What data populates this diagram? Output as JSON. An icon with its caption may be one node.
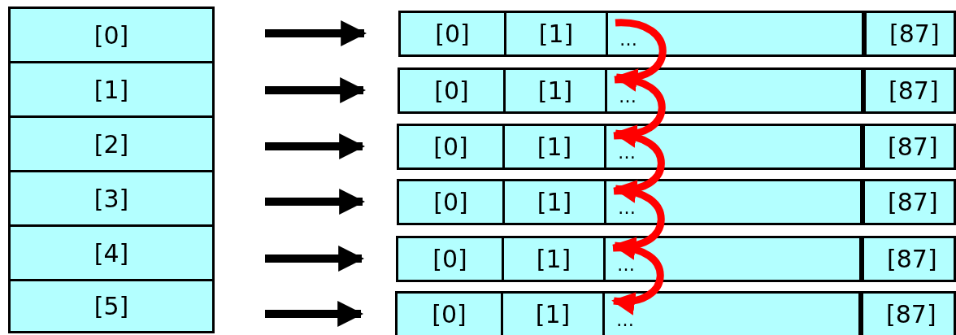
{
  "diagram": {
    "nodes": [
      {
        "text": [
          "[0]"
        ]
      },
      {
        "text": [
          "[1]"
        ]
      },
      {
        "text": [
          "[2]"
        ]
      },
      {
        "text": [
          "[3]"
        ]
      },
      {
        "text": [
          "[4]"
        ]
      },
      {
        "text": [
          "[5]"
        ]
      },
      {
        "text": [],
        "shape": "bar"
      },
      {
        "text": [
          "[0]"
        ],
        "in": 6
      },
      {
        "text": [
          "[1]"
        ],
        "in": 6
      },
      {
        "text": [
          "…"
        ],
        "in": 6
      },
      {
        "text": [
          "[87]"
        ],
        "in": 6
      },
      {
        "text": [],
        "shape": "bar"
      },
      {
        "text": [
          "[0]"
        ],
        "in": 11
      },
      {
        "text": [
          "[1]"
        ],
        "in": 11
      },
      {
        "text": [
          "…"
        ],
        "in": 11
      },
      {
        "text": [
          "[87]"
        ],
        "in": 11
      },
      {
        "text": [],
        "shape": "bar"
      },
      {
        "text": [
          "[0]"
        ],
        "in": 16
      },
      {
        "text": [
          "[1]"
        ],
        "in": 16
      },
      {
        "text": [
          "…"
        ],
        "in": 16
      },
      {
        "text": [
          "[87]"
        ],
        "in": 16
      },
      {
        "text": [],
        "shape": "bar"
      },
      {
        "text": [
          "[0]"
        ],
        "in": 21
      },
      {
        "text": [
          "[1]"
        ],
        "in": 21
      },
      {
        "text": [
          "…"
        ],
        "in": 21
      },
      {
        "text": [
          "[87]"
        ],
        "in": 21
      },
      {
        "text": [],
        "shape": "bar"
      },
      {
        "text": [
          "[0]"
        ],
        "in": 26
      },
      {
        "text": [
          "[1]"
        ],
        "in": 26
      },
      {
        "text": [
          "…"
        ],
        "in": 26
      },
      {
        "text": [
          "[87]"
        ],
        "in": 26
      },
      {
        "text": [],
        "shape": "bar"
      },
      {
        "text": [
          "[0]"
        ],
        "in": 31
      },
      {
        "text": [
          "[1]"
        ],
        "in": 31
      },
      {
        "text": [
          "…"
        ],
        "in": 31
      },
      {
        "text": [
          "[87]"
        ],
        "in": 31
      }
    ],
    "edges": [
      {
        "from": 0,
        "to": 6,
        "arrow": "to"
      },
      {
        "from": 1,
        "to": 11,
        "arrow": "to"
      },
      {
        "from": 2,
        "to": 16,
        "arrow": "to"
      },
      {
        "from": 3,
        "to": 21,
        "arrow": "to"
      },
      {
        "from": 4,
        "to": 26,
        "arrow": "to"
      },
      {
        "from": 5,
        "to": 31,
        "arrow": "to"
      },
      {
        "from": 9,
        "to": 14,
        "arrow": "to",
        "color": "#ff0000"
      },
      {
        "from": 14,
        "to": 19,
        "arrow": "to",
        "color": "#ff0000"
      },
      {
        "from": 19,
        "to": 24,
        "arrow": "to",
        "color": "#ff0000"
      },
      {
        "from": 24,
        "to": 29,
        "arrow": "to",
        "color": "#ff0000"
      },
      {
        "from": 29,
        "to": 34,
        "arrow": "to",
        "color": "#ff0000"
      }
    ]
  }
}
